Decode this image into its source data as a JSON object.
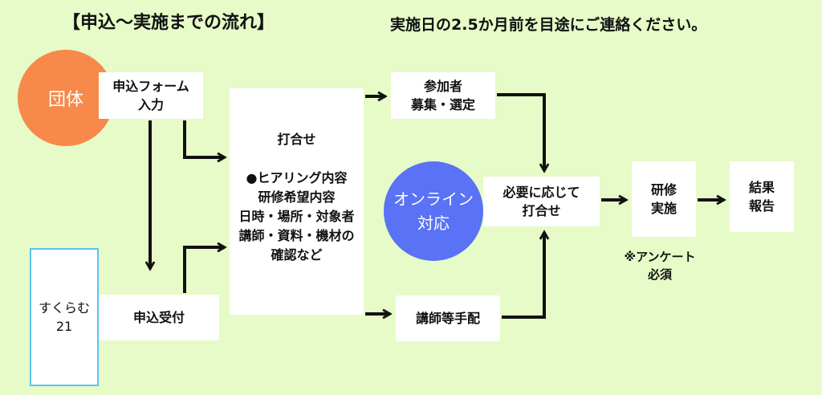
{
  "header": {
    "title": "【申込～実施までの流れ】",
    "note": "実施日の2.5か月前を目途にご連絡ください。"
  },
  "actors": {
    "group": "団体",
    "sukuramu": "すくらむ\n21",
    "online": "オンライン\n対応"
  },
  "steps": {
    "apply_form": "申込フォーム\n入力",
    "reception": "申込受付",
    "meeting": "打合せ\n\n●ヒアリング内容\n研修希望内容\n日時・場所・対象者\n講師・資料・機材の\n確認など",
    "participants": "参加者\n募集・選定",
    "instructor": "講師等手配",
    "meeting_as_needed": "必要に応じて\n打合せ",
    "training": "研修\n実施",
    "report": "結果\n報告"
  },
  "survey_note": "※アンケート\n必須",
  "colors": {
    "background": "#e6fbc7",
    "group_circle": "#f7894a",
    "online_circle": "#5a72f5",
    "sukuramu_border": "#5cc3f0",
    "arrow": "#111111"
  }
}
